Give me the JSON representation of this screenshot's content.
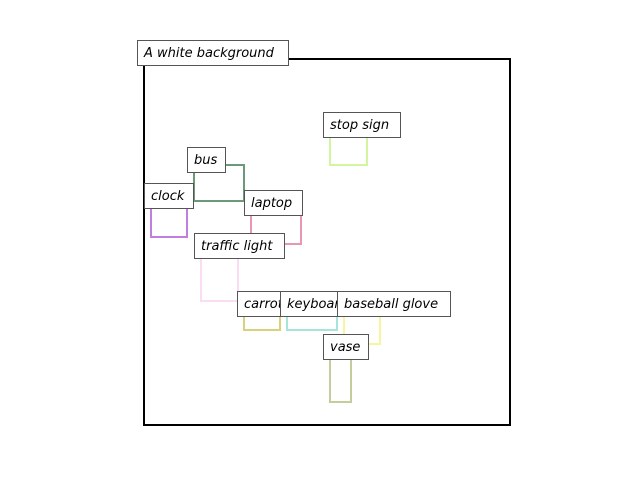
{
  "caption": "A white background",
  "objects": [
    {
      "label": "stop sign",
      "color": "#d4f5a0"
    },
    {
      "label": "bus",
      "color": "#6a9a78"
    },
    {
      "label": "clock",
      "color": "#c07ee0"
    },
    {
      "label": "laptop",
      "color": "#e896b4"
    },
    {
      "label": "traffic light",
      "color": "#fadcf5"
    },
    {
      "label": "carrot",
      "color": "#d8d27c"
    },
    {
      "label": "keyboard",
      "color": "#a6e6da"
    },
    {
      "label": "baseball glove",
      "color": "#f6f69e"
    },
    {
      "label": "vase",
      "color": "#c6cc9e"
    }
  ]
}
